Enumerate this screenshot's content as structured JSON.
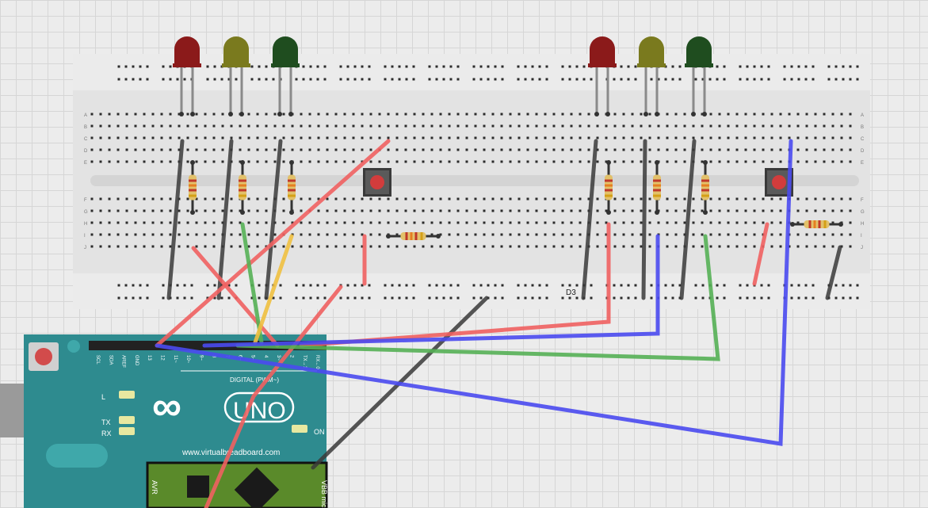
{
  "breadboard": {
    "row_letters_top": [
      "A",
      "B",
      "C",
      "D",
      "E"
    ],
    "row_letters_bottom": [
      "F",
      "G",
      "H",
      "I",
      "J"
    ],
    "net_label": "D3"
  },
  "leds": [
    {
      "color": "#8b1a1a",
      "name": "red"
    },
    {
      "color": "#7a7a1e",
      "name": "yellow"
    },
    {
      "color": "#1f4d1f",
      "name": "green"
    },
    {
      "color": "#8b1a1a",
      "name": "red"
    },
    {
      "color": "#7a7a1e",
      "name": "yellow"
    },
    {
      "color": "#1f4d1f",
      "name": "green"
    }
  ],
  "wire_colors": {
    "red": "#f06060",
    "blue": "#4a4af0",
    "green": "#55b055",
    "black": "#3a3a3a",
    "yellow": "#f0c040"
  },
  "arduino": {
    "board_color": "#2e8b8f",
    "pin_labels": [
      "SCL",
      "SDA",
      "AREF",
      "GND",
      "13",
      "12",
      "11~",
      "10~",
      "9~",
      "8",
      "7",
      "6~",
      "5~",
      "4",
      "3~",
      "2",
      "TX→1",
      "RX←0"
    ],
    "digital_label": "DIGITAL (PWM~)",
    "logo_symbol": "∞",
    "model_label": "UNO",
    "led_labels": [
      "L",
      "TX",
      "RX"
    ],
    "on_label": "ON",
    "website": "www.virtualbreadboard.com",
    "chip_label": "VBB micro",
    "avr_label": "AVR"
  }
}
